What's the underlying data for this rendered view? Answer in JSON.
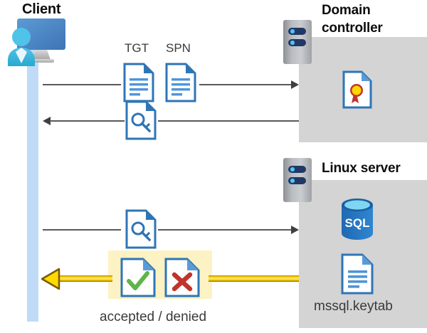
{
  "diagram": {
    "title_client": "Client",
    "title_domain_controller": "Domain controller",
    "title_linux_server": "Linux server",
    "label_tgt": "TGT",
    "label_spn": "SPN",
    "label_result": "accepted / denied",
    "label_keytab": "mssql.keytab",
    "icons": {
      "client": "user-monitor-icon",
      "server_rack": "server-rack-icon",
      "text_document": "text-document-icon",
      "key_document": "key-document-icon",
      "certificate_document": "certificate-document-icon",
      "sql_database": "sql-database-icon",
      "accepted_document": "check-document-icon",
      "denied_document": "x-document-icon"
    },
    "colors": {
      "lifeline": "#bfdbf7",
      "panel": "#d4d4d4",
      "highlight": "#fcf2c3",
      "gold_arrow": "#ffd900",
      "doc_blue": "#2e75b6",
      "sql_blue": "#1f69b3",
      "accept_green": "#5fb54a",
      "deny_red": "#c0342b",
      "line": "#595959"
    },
    "flows": [
      {
        "id": "flow-1",
        "direction": "right",
        "from": "Client",
        "to": "Domain controller",
        "payload": [
          "TGT",
          "SPN"
        ]
      },
      {
        "id": "flow-2",
        "direction": "left",
        "from": "Domain controller",
        "to": "Client",
        "payload": [
          "key-document"
        ]
      },
      {
        "id": "flow-3",
        "direction": "right",
        "from": "Client",
        "to": "Linux server",
        "payload": [
          "key-document"
        ]
      },
      {
        "id": "flow-4",
        "direction": "left",
        "from": "Linux server",
        "to": "Client",
        "payload": [
          "accepted / denied"
        ]
      }
    ]
  }
}
